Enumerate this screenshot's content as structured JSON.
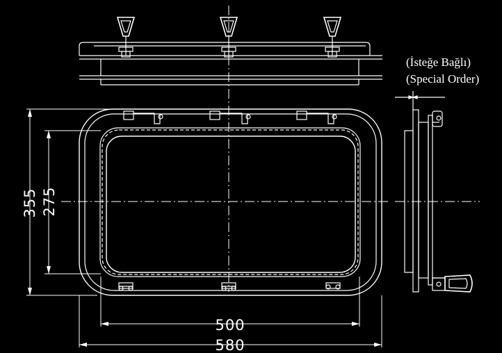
{
  "drawing": {
    "dimensions": {
      "overall_height": "355",
      "inner_height": "275",
      "inner_width": "500",
      "overall_width": "580"
    },
    "note": {
      "line1": "(İsteğe Bağlı)",
      "line2": "(Special Order)"
    }
  }
}
